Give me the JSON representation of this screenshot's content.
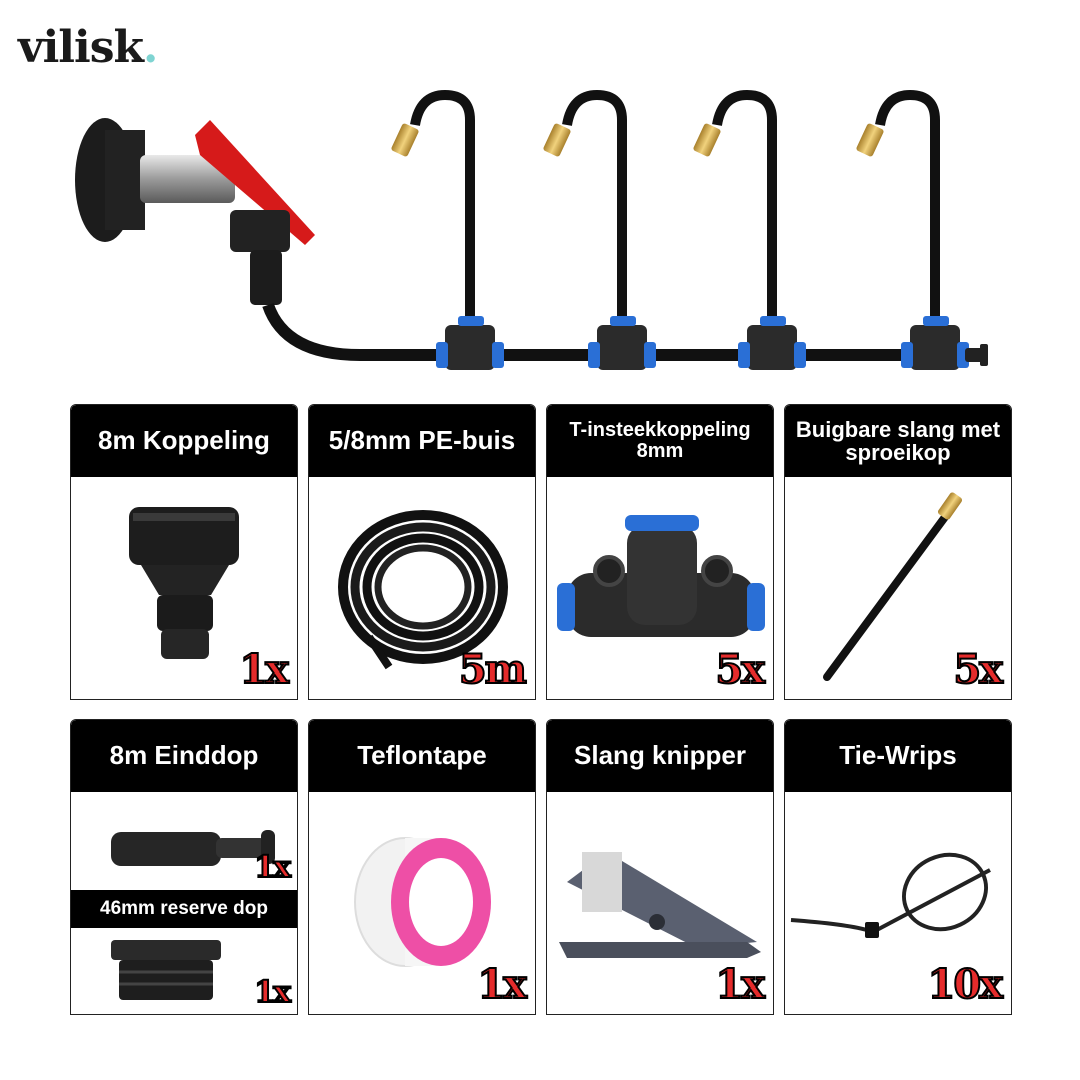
{
  "brand": {
    "name": "vilisk",
    "dot": "."
  },
  "colors": {
    "accent_red": "#e52b2b",
    "header_black": "#000000",
    "connector_blue": "#2a6fd6",
    "brass": "#d8b35a"
  },
  "products": [
    {
      "title": "8m Koppeling",
      "qty": "1x",
      "icon": "coupling-icon"
    },
    {
      "title": "5/8mm PE-buis",
      "qty": "5m",
      "icon": "tube-coil-icon"
    },
    {
      "title": "T-insteekkoppeling 8mm",
      "qty": "5x",
      "icon": "t-connector-icon"
    },
    {
      "title": "Buigbare slang met sproeikop",
      "qty": "5x",
      "icon": "nozzle-hose-icon"
    },
    {
      "title": "8m Einddop",
      "qty": "1x",
      "icon": "end-cap-icon",
      "sub_title": "46mm reserve dop",
      "sub_qty": "1x",
      "sub_icon": "reserve-cap-icon"
    },
    {
      "title": "Teflontape",
      "qty": "1x",
      "icon": "teflon-tape-icon"
    },
    {
      "title": "Slang knipper",
      "qty": "1x",
      "icon": "tube-cutter-icon"
    },
    {
      "title": "Tie-Wrips",
      "qty": "10x",
      "icon": "cable-tie-icon"
    }
  ]
}
